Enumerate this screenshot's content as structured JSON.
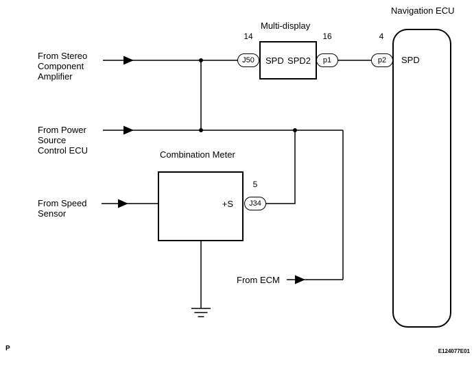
{
  "navigation_ecu": {
    "title": "Navigation ECU",
    "pin_label": "SPD"
  },
  "multi_display": {
    "title": "Multi-display",
    "pin_left": "SPD",
    "pin_right": "SPD2"
  },
  "combination_meter": {
    "title": "Combination Meter",
    "pin_label": "+S"
  },
  "connectors": {
    "j50": {
      "pin_no": "14",
      "label": "J50"
    },
    "p1": {
      "pin_no": "16",
      "label": "p1"
    },
    "p2": {
      "pin_no": "4",
      "label": "p2"
    },
    "j34": {
      "pin_no": "5",
      "label": "J34"
    }
  },
  "sources": {
    "stereo": "From Stereo\nComponent\nAmplifier",
    "power": "From Power\nSource\nControl ECU",
    "speed": "From Speed\nSensor",
    "ecm": "From ECM"
  },
  "footer": {
    "page_marker": "P",
    "doc_code": "E124077E01"
  }
}
